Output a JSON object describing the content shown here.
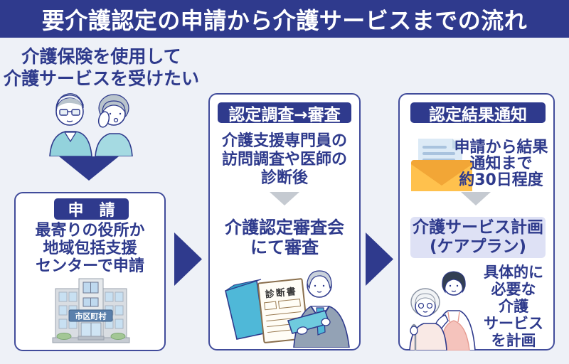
{
  "title": "要介護認定の申請から介護サービスまでの流れ",
  "intro": "介護保険を使用して\n介護サービスを受けたい",
  "colors": {
    "accent": "#2F3A8D",
    "background": "#EEF1F7",
    "card_border": "#414C9B",
    "careplan_bg": "#DEE1F5",
    "gray_arrow": "#C5CAD1",
    "envelope_orange": "#F2A636"
  },
  "icons": {
    "down_arrow": "solid triangle down",
    "flow_arrow": "solid triangle right",
    "envelope": "open envelope with letter",
    "elderly_couple": "elderly man and woman illustration",
    "building": "municipal office building illustration",
    "assessor": "suited assessor with medical report illustration",
    "caregiver": "caregiver with elderly woman illustration"
  },
  "step_application": {
    "badge": "申　請",
    "body": "最寄りの役所か\n地域包括支援\nセンターで申請",
    "building_sign": "市区町村"
  },
  "step_assessment": {
    "badge": "認定調査→審査",
    "body1": "介護支援専門員の\n訪問調査や医師の\n診断後",
    "body2": "介護認定審査会\nにて審査",
    "document_label": "診断書"
  },
  "step_result": {
    "badge": "認定結果通知",
    "notice": "申請から結果\n通知まで\n約30日程度",
    "careplan": "介護サービス計画\n(ケアプラン)",
    "plan_note": "具体的に\n必要な\n介護\nサービス\nを計画"
  }
}
